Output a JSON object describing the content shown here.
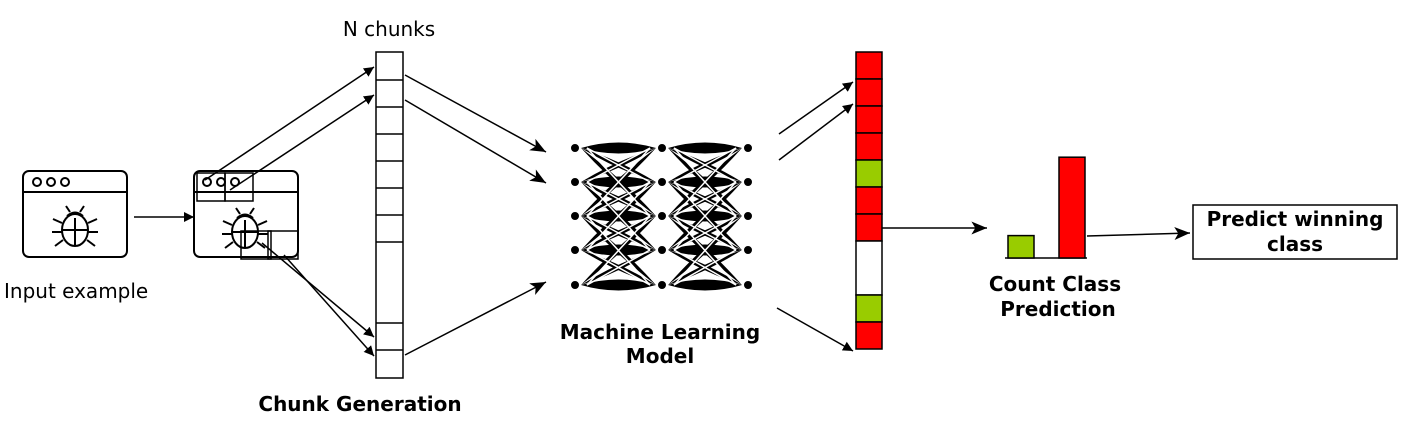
{
  "labels": {
    "input_example": "Input example",
    "n_chunks": "N chunks",
    "chunk_generation": "Chunk Generation",
    "ml_model_line1": "Machine Learning",
    "ml_model_line2": "Model",
    "count_line1": "Count Class",
    "count_line2": "Prediction",
    "predict_line1": "Predict winning",
    "predict_line2": "class"
  },
  "colors": {
    "class_a": "#ff0000",
    "class_b": "#99cc00",
    "empty": "#ffffff",
    "stroke": "#000000"
  },
  "prediction_column": [
    "class_a",
    "class_a",
    "class_a",
    "class_a",
    "class_b",
    "class_a",
    "class_a",
    "empty",
    "empty",
    "class_b",
    "class_a"
  ],
  "count_chart": {
    "categories": [
      "class_b",
      "class_a"
    ],
    "values": [
      2,
      9
    ]
  }
}
